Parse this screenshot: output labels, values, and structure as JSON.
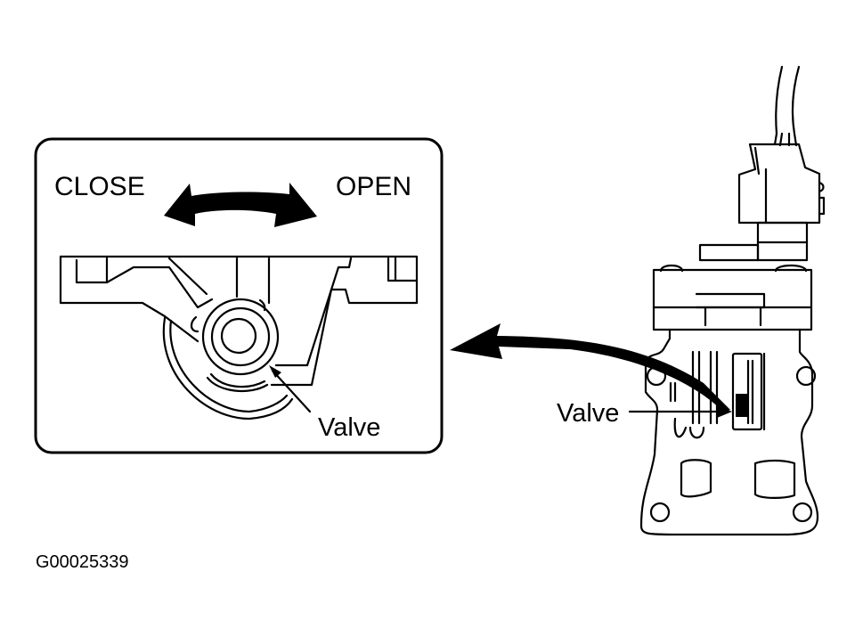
{
  "diagram": {
    "inset": {
      "close_label": "CLOSE",
      "open_label": "OPEN",
      "valve_label": "Valve"
    },
    "main_view": {
      "valve_label": "Valve"
    },
    "figure_id": "G00025339",
    "colors": {
      "ink": "#000000",
      "background": "#ffffff"
    }
  }
}
